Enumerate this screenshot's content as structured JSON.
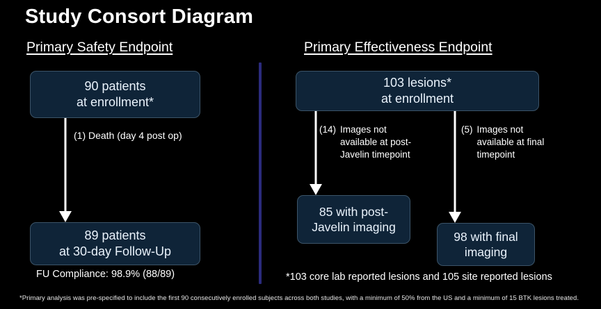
{
  "slide": {
    "title": "Study Consort Diagram",
    "background_color": "#000000",
    "divider_color": "#2b2b7d",
    "box_fill_color": "#0f2438",
    "box_text_color": "#e9f2fb",
    "arrow_color": "#ffffff"
  },
  "columns": {
    "safety": {
      "heading": "Primary Safety Endpoint",
      "enrollment_box": {
        "line1": "90 patients",
        "line2": "at enrollment*"
      },
      "attrition_label": "(1)  Death (day 4 post op)",
      "followup_box": {
        "line1": "89 patients",
        "line2": "at 30-day Follow-Up"
      },
      "caption": "FU Compliance: 98.9% (88/89)"
    },
    "effectiveness": {
      "heading": "Primary Effectiveness Endpoint",
      "enrollment_box": {
        "line1": "103 lesions*",
        "line2": "at enrollment"
      },
      "attrition_post_javelin": {
        "count": "(14)",
        "text": "Images not available at post-Javelin timepoint"
      },
      "attrition_final": {
        "count": "(5)",
        "text": "Images not available at final timepoint"
      },
      "post_javelin_box": {
        "line1": "85 with post-",
        "line2": "Javelin imaging"
      },
      "final_box": {
        "line1": "98 with final",
        "line2": "imaging"
      },
      "caption": "*103 core lab reported lesions and 105 site reported lesions"
    }
  },
  "footnote": "*Primary analysis was pre-specified to include the first 90 consecutively enrolled subjects across both studies, with a minimum of 50% from the US and a minimum of 15 BTK lesions treated.",
  "chart_data": {
    "type": "diagram",
    "title": "Study Consort Diagram",
    "flows": [
      {
        "arm": "Primary Safety Endpoint",
        "nodes": [
          {
            "id": "enrolled-patients",
            "label": "90 patients at enrollment*",
            "value": 90,
            "unit": "patients"
          },
          {
            "id": "followup-patients",
            "label": "89 patients at 30-day Follow-Up",
            "value": 89,
            "unit": "patients"
          }
        ],
        "exclusions": [
          {
            "from": "enrolled-patients",
            "count": 1,
            "reason": "Death (day 4 post op)"
          }
        ],
        "metrics": [
          {
            "name": "FU Compliance",
            "value": "98.9%",
            "detail": "(88/89)"
          }
        ]
      },
      {
        "arm": "Primary Effectiveness Endpoint",
        "nodes": [
          {
            "id": "enrolled-lesions",
            "label": "103 lesions* at enrollment",
            "value": 103,
            "unit": "lesions"
          },
          {
            "id": "post-javelin-imaging",
            "label": "85 with post-Javelin imaging",
            "value": 85,
            "unit": "lesions"
          },
          {
            "id": "final-imaging",
            "label": "98 with final imaging",
            "value": 98,
            "unit": "lesions"
          }
        ],
        "exclusions": [
          {
            "from": "enrolled-lesions",
            "to": "post-javelin-imaging",
            "count": 14,
            "reason": "Images not available at post-Javelin timepoint"
          },
          {
            "from": "enrolled-lesions",
            "to": "final-imaging",
            "count": 5,
            "reason": "Images not available at final timepoint"
          }
        ],
        "metrics": [
          {
            "name": "Core lab reported lesions",
            "value": 103
          },
          {
            "name": "Site reported lesions",
            "value": 105
          }
        ]
      }
    ]
  }
}
